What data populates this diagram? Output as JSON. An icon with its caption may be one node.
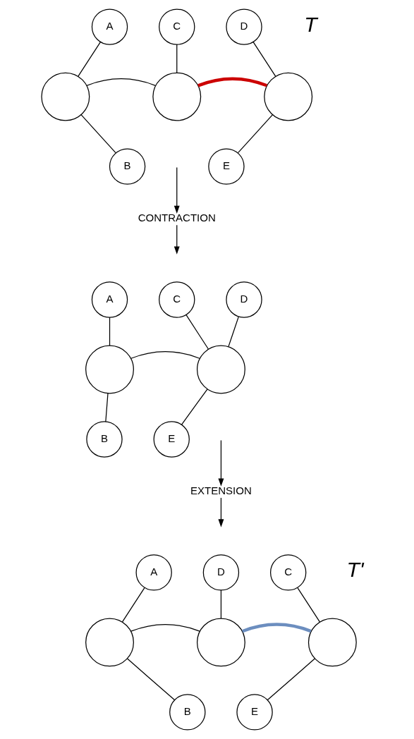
{
  "diagram": {
    "nodes": [
      {
        "text": [
          "C"
        ]
      },
      {
        "text": [
          "A"
        ]
      },
      {
        "text": [
          "D"
        ]
      },
      {
        "text": [],
        "shape": "circle"
      },
      {
        "text": [],
        "shape": "circle"
      },
      {
        "text": [],
        "shape": "circle"
      },
      {
        "text": [
          "B"
        ]
      },
      {
        "text": [
          "E"
        ]
      },
      {
        "text": [
          "CONTRACTION"
        ]
      },
      {
        "text": [
          "C"
        ]
      },
      {
        "text": [
          "A"
        ]
      },
      {
        "text": [
          "D"
        ]
      },
      {
        "text": [],
        "shape": "circle"
      },
      {
        "text": [],
        "shape": "circle"
      },
      {
        "text": [
          "B"
        ]
      },
      {
        "text": [
          "E"
        ]
      },
      {
        "text": [
          "EXTENSION"
        ]
      },
      {
        "text": [
          "D"
        ]
      },
      {
        "text": [
          "A"
        ]
      },
      {
        "text": [
          "C"
        ]
      },
      {
        "text": [],
        "shape": "circle"
      },
      {
        "text": [],
        "shape": "circle"
      },
      {
        "text": [],
        "shape": "circle"
      },
      {
        "text": [
          "B"
        ]
      },
      {
        "text": [
          "E"
        ]
      }
    ],
    "edges": [
      {
        "from": 1,
        "to": 3,
        "arrow": "none"
      },
      {
        "from": 3,
        "to": 6,
        "arrow": "none"
      },
      {
        "from": 3,
        "to": 4,
        "arrow": "none"
      },
      {
        "from": 0,
        "to": 4,
        "arrow": "none"
      },
      {
        "from": 4,
        "to": 5,
        "arrow": "none",
        "style": "thick",
        "color": "#cc0000"
      },
      {
        "from": 2,
        "to": 5,
        "arrow": "none"
      },
      {
        "from": 5,
        "to": 7,
        "arrow": "none"
      },
      {
        "from": null,
        "to": 8,
        "arrow": "to"
      },
      {
        "from": 8,
        "to": null,
        "arrow": "to"
      },
      {
        "from": 10,
        "to": 12,
        "arrow": "none"
      },
      {
        "from": 12,
        "to": 14,
        "arrow": "none"
      },
      {
        "from": 12,
        "to": 13,
        "arrow": "none"
      },
      {
        "from": 9,
        "to": 13,
        "arrow": "none"
      },
      {
        "from": 11,
        "to": 13,
        "arrow": "none"
      },
      {
        "from": 13,
        "to": 15,
        "arrow": "none"
      },
      {
        "from": null,
        "to": 16,
        "arrow": "to"
      },
      {
        "from": 16,
        "to": null,
        "arrow": "to"
      },
      {
        "from": 18,
        "to": 20,
        "arrow": "none"
      },
      {
        "from": 20,
        "to": 23,
        "arrow": "none"
      },
      {
        "from": 20,
        "to": 21,
        "arrow": "none"
      },
      {
        "from": 17,
        "to": 21,
        "arrow": "none"
      },
      {
        "from": 21,
        "to": 22,
        "arrow": "none",
        "style": "thick",
        "color": "#6c8ebf"
      },
      {
        "from": 19,
        "to": 22,
        "arrow": "none"
      },
      {
        "from": 22,
        "to": 24,
        "arrow": "none"
      }
    ],
    "labels": [
      "T",
      "T'"
    ]
  }
}
